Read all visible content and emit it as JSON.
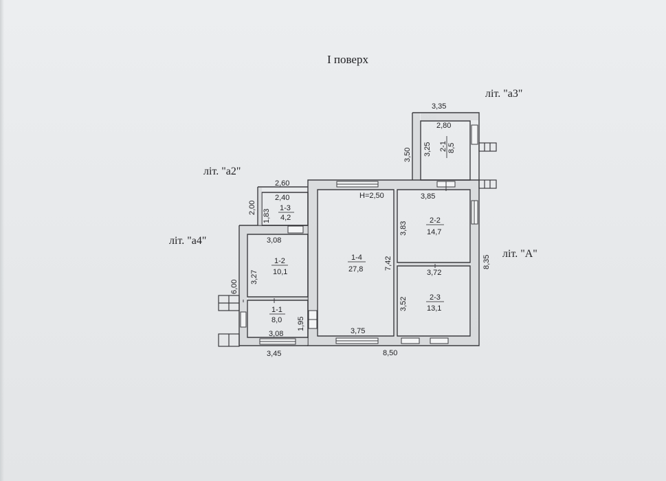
{
  "floor_title": "I поверх",
  "lit_labels": {
    "a3": "літ. \"а3\"",
    "a2": "літ. \"а2\"",
    "a4": "літ. \"а4\"",
    "A": "літ. \"А\""
  },
  "height_label": "Н=2,50",
  "rooms": {
    "r1_1": {
      "number": "1-1",
      "area": "8,0"
    },
    "r1_2": {
      "number": "1-2",
      "area": "10,1"
    },
    "r1_3": {
      "number": "1-3",
      "area": "4,2"
    },
    "r1_4": {
      "number": "1-4",
      "area": "27,8"
    },
    "r2_1": {
      "number": "2-1",
      "area": "8,5"
    },
    "r2_2": {
      "number": "2-2",
      "area": "14,7"
    },
    "r2_3": {
      "number": "2-3",
      "area": "13,1"
    }
  },
  "dimensions": {
    "a3_outer_width": "3,35",
    "a3_inner_width": "2,80",
    "a3_outer_height": "3,50",
    "a3_inner_height": "3,25",
    "a2_outer_width": "2,60",
    "a2_inner_width": "2,40",
    "a2_outer_height": "2,00",
    "a2_inner_height": "1,83",
    "r1_2_width": "3,08",
    "r1_2_height": "3,27",
    "a4_outer_height": "6,00",
    "r1_1_width": "3,08",
    "r1_1_height": "1,95",
    "a4_outer_width": "3,45",
    "r1_4_width": "3,75",
    "r1_4_height": "7,42",
    "r2_2_width": "3,85",
    "r2_2_height": "3,83",
    "r2_3_width": "3,72",
    "r2_3_height": "3,52",
    "main_height": "8,35",
    "main_width": "8,50"
  },
  "colors": {
    "wall": "#3a3a3e",
    "paper": "#e9ebed",
    "ink": "#1f1f22"
  }
}
